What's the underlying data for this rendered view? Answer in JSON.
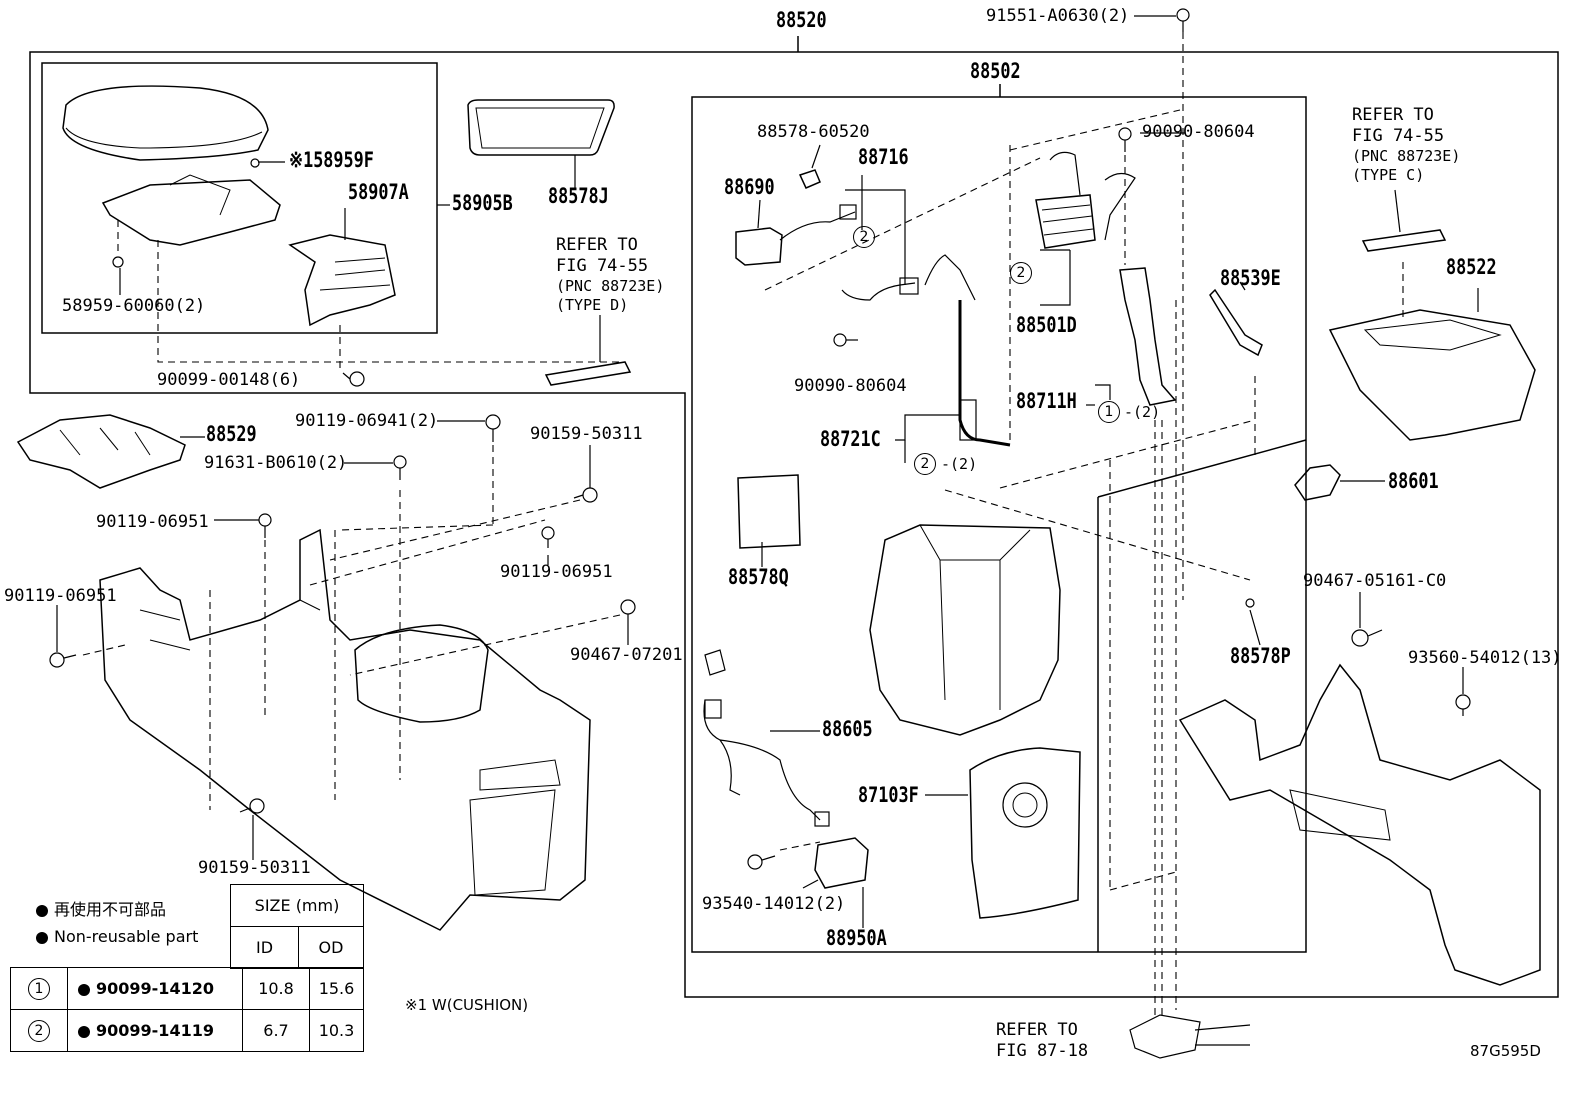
{
  "labels": {
    "p88520": "88520",
    "p91551": "91551-A0630(2)",
    "p88502": "88502",
    "p88578_60520": "88578-60520",
    "p88716": "88716",
    "p90090_80604a": "90090-80604",
    "p88690": "88690",
    "p158959F": "※158959F",
    "p58907A": "58907A",
    "p58905B": "58905B",
    "p88578J": "88578J",
    "p58959": "58959-60060(2)",
    "p90099_00148": "90099-00148(6)",
    "p88529": "88529",
    "p90119_06941": "90119-06941(2)",
    "p90159_50311a": "90159-50311",
    "p91631": "91631-B0610(2)",
    "p90119_06951a": "90119-06951",
    "p90119_06951b": "90119-06951",
    "p90119_06951c": "90119-06951",
    "p90467_07201": "90467-07201",
    "p90159_50311b": "90159-50311",
    "p90090_80604b": "90090-80604",
    "p88501D": "88501D",
    "p88539E": "88539E",
    "p88711H": "88711H",
    "p88721C": "88721C",
    "p88578Q": "88578Q",
    "p88605": "88605",
    "p87103F": "87103F",
    "p93540": "93540-14012(2)",
    "p88950A": "88950A",
    "p88522": "88522",
    "p88601": "88601",
    "p90467_05161": "90467-05161-C0",
    "p88578P": "88578P",
    "p93560": "93560-54012(13)",
    "diagram_id": "87G595D",
    "cushion_note": "※1 W(CUSHION)"
  },
  "refs": {
    "ref_d": [
      "REFER TO",
      "FIG 74-55",
      "(PNC 88723E)",
      "(TYPE D)"
    ],
    "ref_c": [
      "REFER TO",
      "FIG 74-55",
      "(PNC 88723E)",
      "(TYPE C)"
    ],
    "ref_87": [
      "REFER TO",
      "FIG 87-18"
    ]
  },
  "callouts": {
    "one": "1",
    "two": "2",
    "times2": "-(2)"
  },
  "legend": {
    "jp": "再使用不可部品",
    "en": "Non-reusable part",
    "size_header": "SIZE (mm)",
    "col_id": "ID",
    "col_od": "OD",
    "rows": [
      {
        "mark": "1",
        "part": "90099-14120",
        "id": "10.8",
        "od": "15.6"
      },
      {
        "mark": "2",
        "part": "90099-14119",
        "id": "6.7",
        "od": "10.3"
      }
    ]
  }
}
